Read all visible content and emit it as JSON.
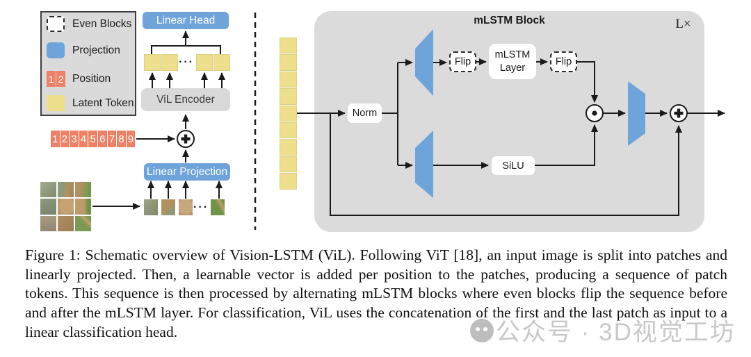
{
  "figure": {
    "legend": {
      "items": [
        {
          "label": "Even Blocks"
        },
        {
          "label": "Projection"
        },
        {
          "label": "Position",
          "numbers": [
            "1",
            "2"
          ]
        },
        {
          "label": "Latent Token"
        }
      ]
    },
    "left": {
      "linear_head": "Linear Head",
      "vil_encoder": "ViL Encoder",
      "linear_projection": "Linear Projection",
      "position_numbers": [
        "1",
        "2",
        "3",
        "4",
        "5",
        "6",
        "7",
        "8",
        "9"
      ],
      "ellipsis": "···"
    },
    "right": {
      "title": "mLSTM Block",
      "repeat_label": "L×",
      "norm": "Norm",
      "flip1": "Flip",
      "mlstm_layer_line1": "mLSTM",
      "mlstm_layer_line2": "Layer",
      "flip2": "Flip",
      "silu": "SiLU"
    },
    "colors": {
      "projection_blue": "#6FA4DB",
      "position_orange": "#EE8165",
      "token_yellow": "#EDDF8C",
      "panel_gray": "#DBDBDB",
      "legend_gray": "#DADADA"
    }
  },
  "caption": {
    "text": "Figure 1: Schematic overview of Vision-LSTM (ViL). Following ViT [18], an input image is split into patches and linearly projected. Then, a learnable vector is added per position to the patches, producing a sequence of patch tokens. This sequence is then processed by alternating mLSTM blocks where even blocks flip the sequence before and after the mLSTM layer. For classification, ViL uses the concatenation of the first and the last patch as input to a linear classification head."
  },
  "watermark": {
    "text": "公众号 · 3D视觉工坊"
  }
}
